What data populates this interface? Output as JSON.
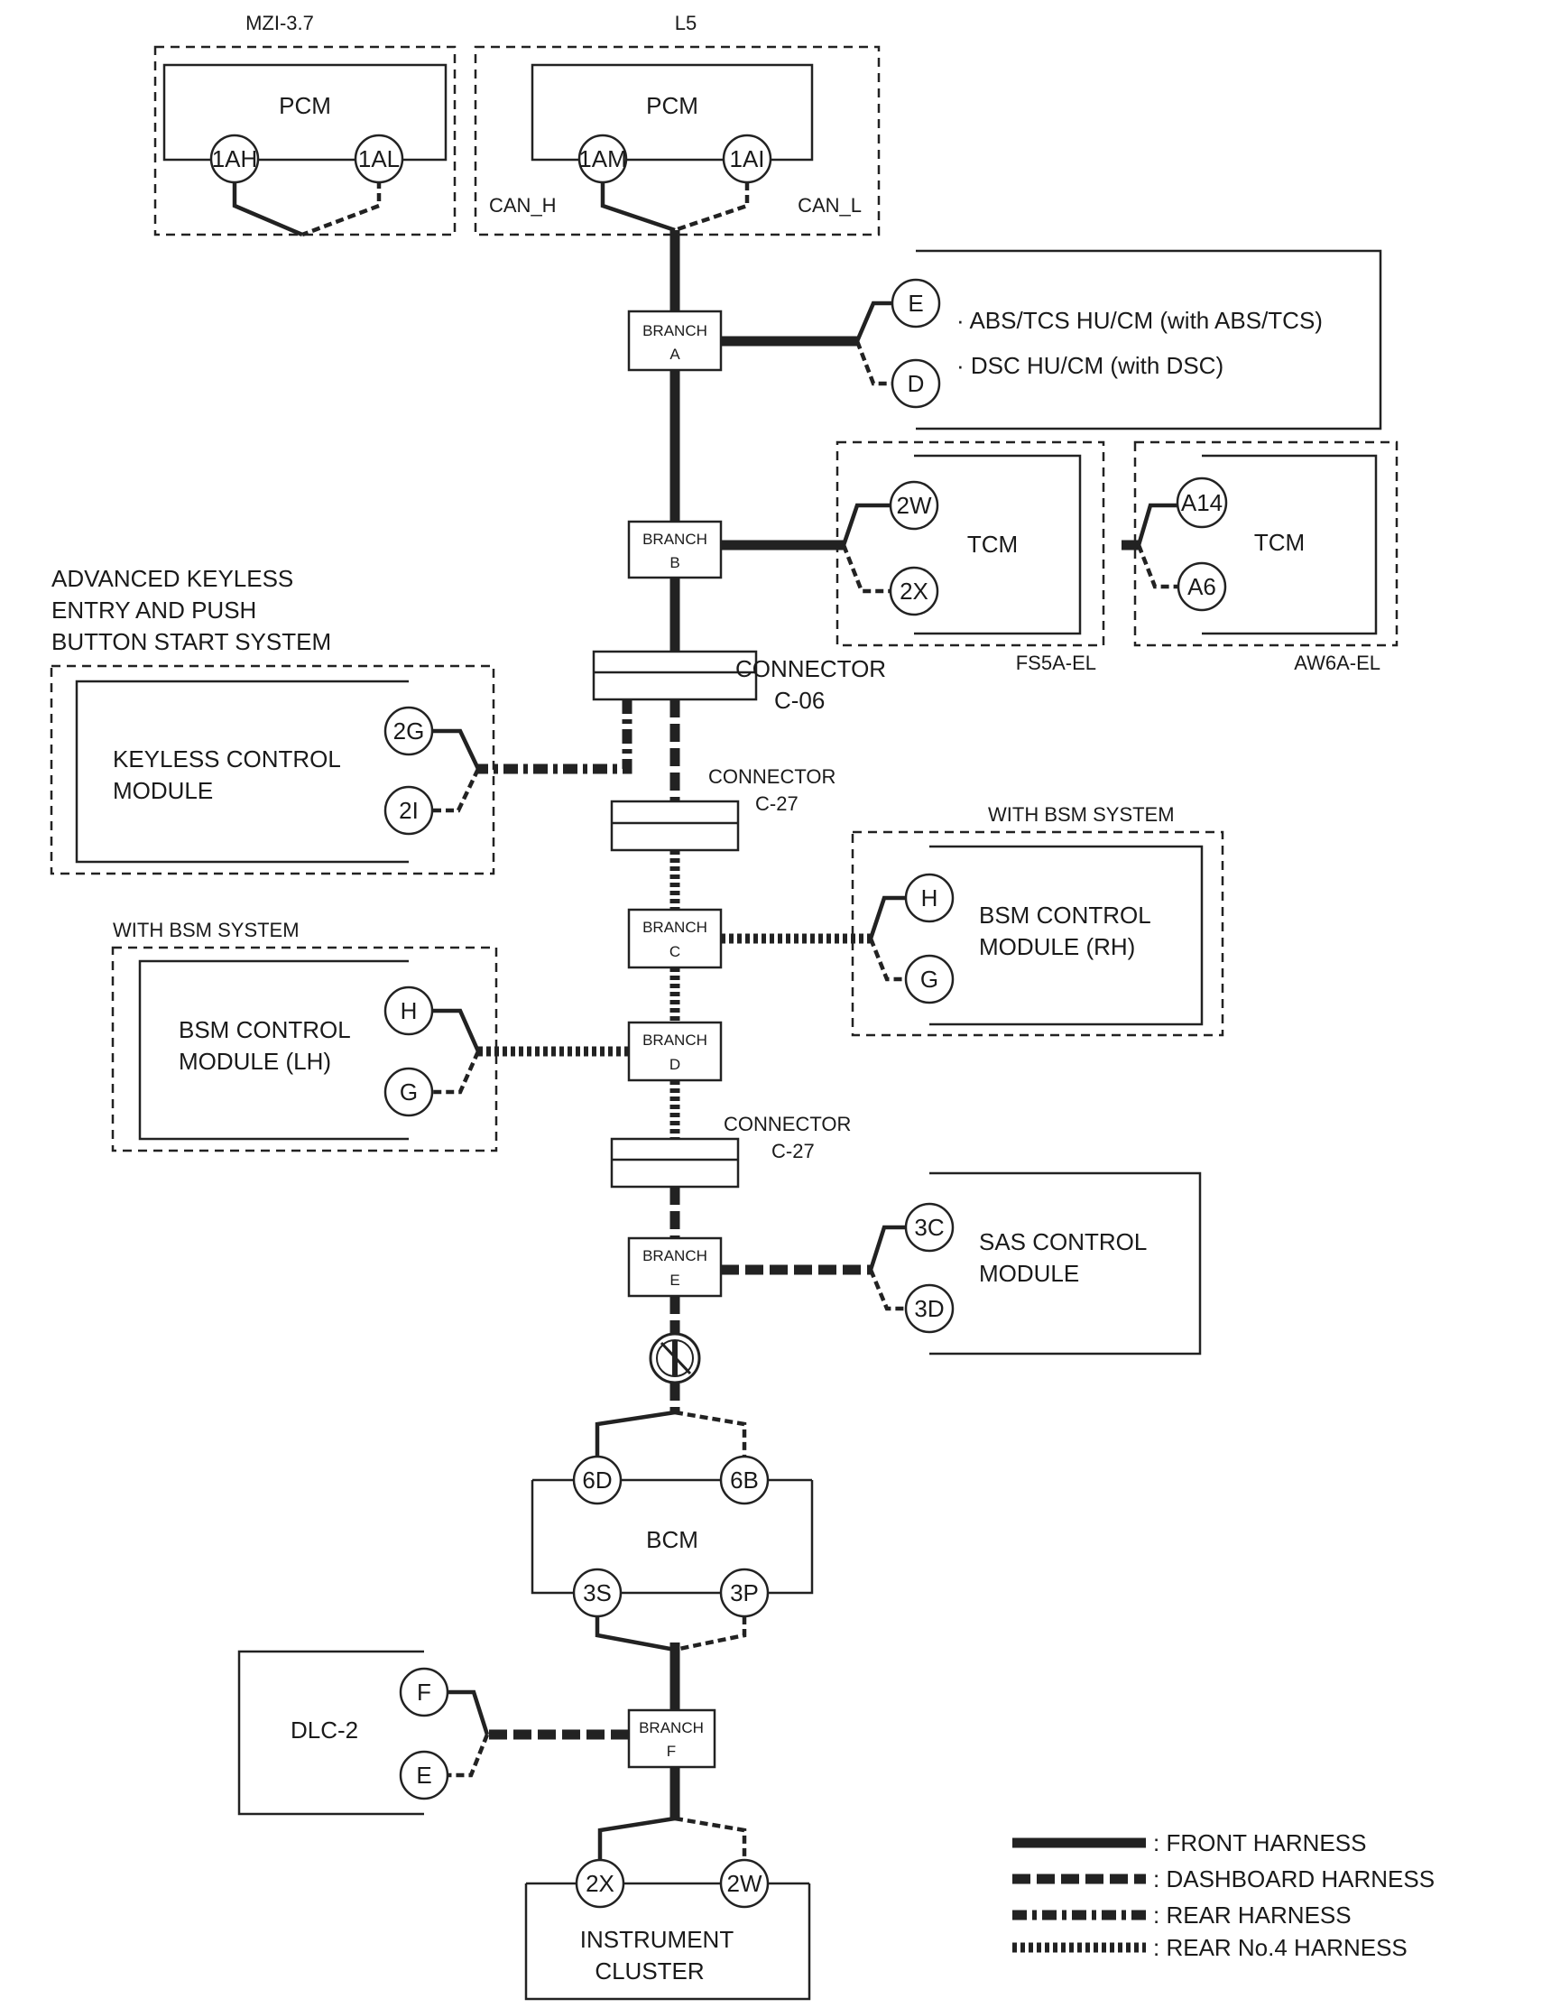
{
  "pcm_mzi": {
    "variant": "MZI-3.7",
    "name": "PCM",
    "pin_h": "1AH",
    "pin_l": "1AL"
  },
  "pcm_l5": {
    "variant": "L5",
    "name": "PCM",
    "pin_h": "1AM",
    "pin_l": "1AI",
    "can_h": "CAN_H",
    "can_l": "CAN_L"
  },
  "abs": {
    "pin_e": "E",
    "pin_d": "D",
    "line1": "· ABS/TCS HU/CM (with ABS/TCS)",
    "line2": "· DSC HU/CM (with DSC)"
  },
  "tcm_fs5a": {
    "name": "TCM",
    "pin1": "2W",
    "pin2": "2X",
    "variant": "FS5A-EL"
  },
  "tcm_aw6a": {
    "name": "TCM",
    "pin1": "A14",
    "pin2": "A6",
    "variant": "AW6A-EL"
  },
  "branches": {
    "a": {
      "title": "BRANCH",
      "letter": "A"
    },
    "b": {
      "title": "BRANCH",
      "letter": "B"
    },
    "c": {
      "title": "BRANCH",
      "letter": "C"
    },
    "d": {
      "title": "BRANCH",
      "letter": "D"
    },
    "e": {
      "title": "BRANCH",
      "letter": "E"
    },
    "f": {
      "title": "BRANCH",
      "letter": "F"
    }
  },
  "connectors": {
    "c06": {
      "line1": "CONNECTOR",
      "line2": "C-06"
    },
    "c27a": {
      "line1": "CONNECTOR",
      "line2": "C-27"
    },
    "c27b": {
      "line1": "CONNECTOR",
      "line2": "C-27"
    }
  },
  "keyless": {
    "heading1": "ADVANCED KEYLESS",
    "heading2": "ENTRY AND PUSH",
    "heading3": "BUTTON START SYSTEM",
    "name1": "KEYLESS CONTROL",
    "name2": "MODULE",
    "pin1": "2G",
    "pin2": "2I"
  },
  "bsm_rh": {
    "heading": "WITH BSM SYSTEM",
    "name1": "BSM CONTROL",
    "name2": "MODULE (RH)",
    "pin1": "H",
    "pin2": "G"
  },
  "bsm_lh": {
    "heading": "WITH BSM SYSTEM",
    "name1": "BSM CONTROL",
    "name2": "MODULE (LH)",
    "pin1": "H",
    "pin2": "G"
  },
  "sas": {
    "name1": "SAS CONTROL",
    "name2": "MODULE",
    "pin1": "3C",
    "pin2": "3D"
  },
  "bcm": {
    "name": "BCM",
    "pin_tl": "6D",
    "pin_tr": "6B",
    "pin_bl": "3S",
    "pin_br": "3P"
  },
  "dlc": {
    "name": "DLC-2",
    "pin1": "F",
    "pin2": "E"
  },
  "cluster": {
    "name1": "INSTRUMENT",
    "name2": "CLUSTER",
    "pin1": "2X",
    "pin2": "2W"
  },
  "legend": [
    {
      "style": "front",
      "label": ": FRONT HARNESS"
    },
    {
      "style": "dash",
      "label": ": DASHBOARD HARNESS"
    },
    {
      "style": "rear",
      "label": ": REAR HARNESS"
    },
    {
      "style": "rear4",
      "label": ": REAR No.4 HARNESS"
    }
  ]
}
